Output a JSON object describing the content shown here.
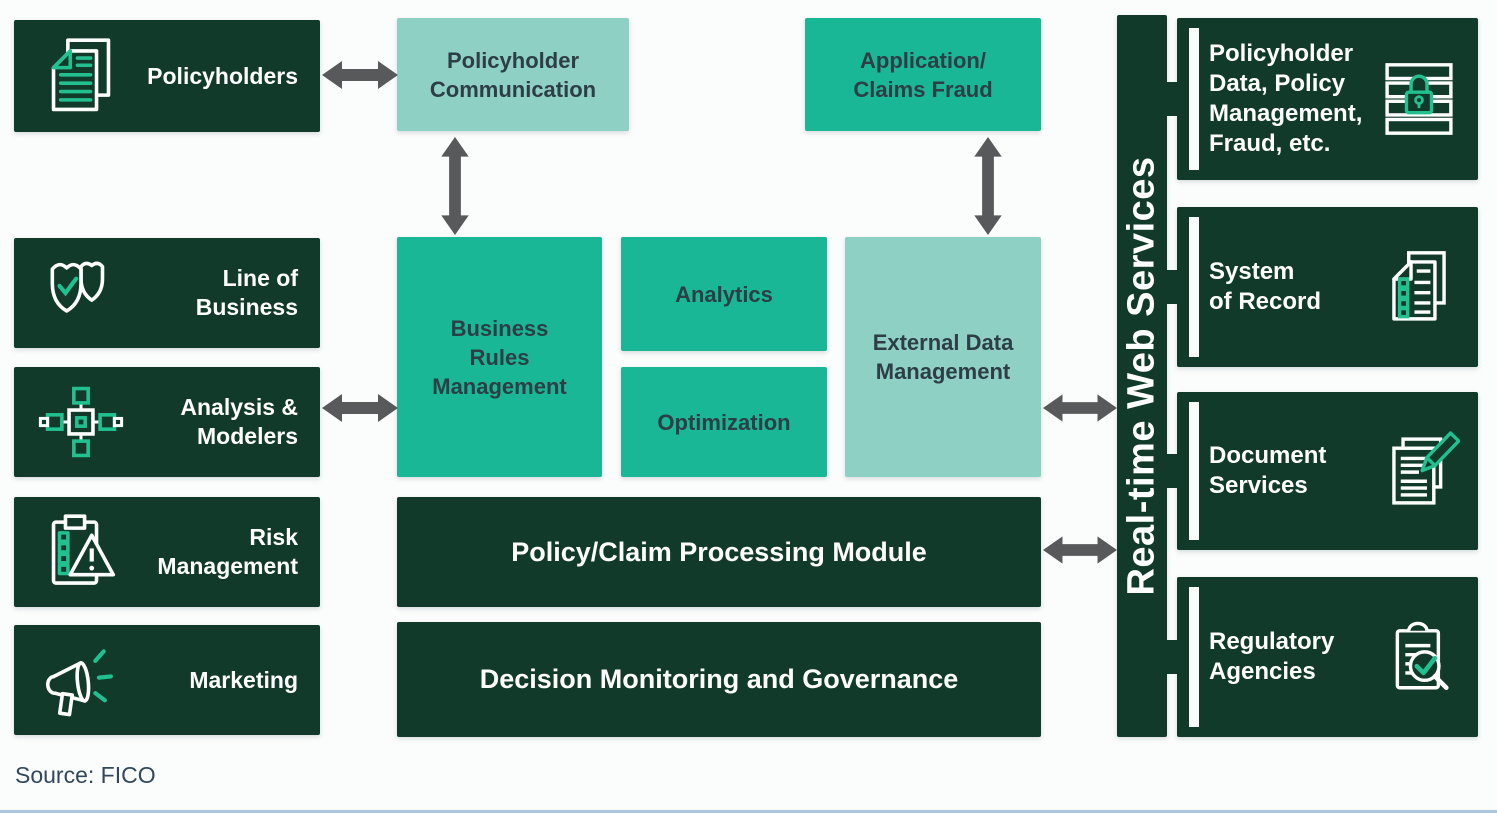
{
  "colors": {
    "dark_green": "#123A2B",
    "teal": "#19B795",
    "light_teal": "#8ED1C4",
    "icon_green": "#22C08F",
    "arrow_gray": "#58595B",
    "teal_box_text": "#2D3E46",
    "source_text": "#33475C"
  },
  "left_column": {
    "items": [
      {
        "label": "Policyholders",
        "icon": "documents-icon"
      },
      {
        "label": "Line of\nBusiness",
        "icon": "shields-check-icon"
      },
      {
        "label": "Analysis &\nModelers",
        "icon": "network-nodes-icon"
      },
      {
        "label": "Risk\nManagement",
        "icon": "clipboard-warning-icon"
      },
      {
        "label": "Marketing",
        "icon": "megaphone-icon"
      }
    ]
  },
  "middle": {
    "policyholder_communication": "Policyholder\nCommunication",
    "application_claims_fraud": "Application/\nClaims Fraud",
    "business_rules_management": "Business\nRules\nManagement",
    "analytics": "Analytics",
    "optimization": "Optimization",
    "external_data_management": "External Data\nManagement",
    "policy_claim_processing": "Policy/Claim Processing Module",
    "decision_monitoring": "Decision Monitoring and Governance"
  },
  "right_rail": {
    "bar_label": "Real-time Web Services",
    "boxes": [
      {
        "label": "Policyholder\nData, Policy\nManagement,\nFraud, etc.",
        "icon": "database-lock-icon"
      },
      {
        "label": "System\nof Record",
        "icon": "checklist-document-icon"
      },
      {
        "label": "Document\nServices",
        "icon": "document-pencil-icon"
      },
      {
        "label": "Regulatory\nAgencies",
        "icon": "clipboard-search-icon"
      }
    ]
  },
  "source": {
    "label": "Source: FICO"
  }
}
